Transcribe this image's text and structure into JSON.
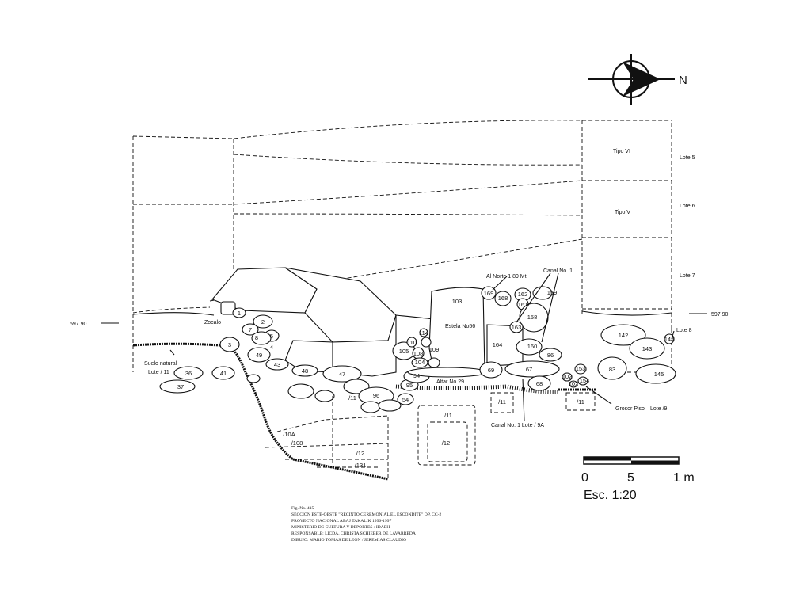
{
  "north_label": "N",
  "coord_left": "597 90",
  "coord_right": "597 90",
  "layers": {
    "tipo_6": "Tipo VI",
    "tipo_5": "Tipo V",
    "lote_5": "Lote 5",
    "lote_6": "Lote 6",
    "lote_7": "Lote 7",
    "lote_8": "Lote 8",
    "lote_9": "Lote /9",
    "lote_11": "Lote / 11"
  },
  "features": {
    "al_norte": "Al Norte 1 89 Mt",
    "canal_top": "Canal No. 1",
    "canal_bottom": "Canal No. 1  Lote / 9A",
    "estela": "Estela No56",
    "altar": "Altar No 29",
    "suelo": "Suelo natural",
    "zocalo": "Zocalo",
    "grosor": "Grosor Piso"
  },
  "stones": [
    {
      "id": "s1",
      "label": "1"
    },
    {
      "id": "s2",
      "label": "2"
    },
    {
      "id": "s3",
      "label": "3"
    },
    {
      "id": "s4",
      "label": "4"
    },
    {
      "id": "s5",
      "label": "5"
    },
    {
      "id": "s7",
      "label": "7"
    },
    {
      "id": "s8",
      "label": "8"
    },
    {
      "id": "s36",
      "label": "36"
    },
    {
      "id": "s37",
      "label": "37"
    },
    {
      "id": "s41",
      "label": "41"
    },
    {
      "id": "s43",
      "label": "43"
    },
    {
      "id": "s47",
      "label": "47"
    },
    {
      "id": "s48",
      "label": "48"
    },
    {
      "id": "s49",
      "label": "49"
    },
    {
      "id": "s54",
      "label": "54"
    },
    {
      "id": "s67",
      "label": "67"
    },
    {
      "id": "s68",
      "label": "68"
    },
    {
      "id": "s69",
      "label": "69"
    },
    {
      "id": "s83",
      "label": "83"
    },
    {
      "id": "s86",
      "label": "86"
    },
    {
      "id": "s94",
      "label": "94"
    },
    {
      "id": "s95",
      "label": "95"
    },
    {
      "id": "s96",
      "label": "96"
    },
    {
      "id": "s102",
      "label": "102"
    },
    {
      "id": "s102b",
      "label": "102"
    },
    {
      "id": "s103",
      "label": "103"
    },
    {
      "id": "s104",
      "label": "104"
    },
    {
      "id": "s105",
      "label": "105"
    },
    {
      "id": "s108",
      "label": "108"
    },
    {
      "id": "s109",
      "label": "109"
    },
    {
      "id": "s110",
      "label": "110"
    },
    {
      "id": "s114",
      "label": "114"
    },
    {
      "id": "s142",
      "label": "142"
    },
    {
      "id": "s143",
      "label": "143"
    },
    {
      "id": "s144",
      "label": "144"
    },
    {
      "id": "s145",
      "label": "145"
    },
    {
      "id": "s153",
      "label": "153"
    },
    {
      "id": "s154",
      "label": "154"
    },
    {
      "id": "s158",
      "label": "158"
    },
    {
      "id": "s159",
      "label": "159"
    },
    {
      "id": "s160",
      "label": "160"
    },
    {
      "id": "s161",
      "label": "161"
    },
    {
      "id": "s162",
      "label": "162"
    },
    {
      "id": "s163",
      "label": "163"
    },
    {
      "id": "s164",
      "label": "164"
    },
    {
      "id": "s168",
      "label": "168"
    },
    {
      "id": "s169",
      "label": "169"
    },
    {
      "id": "s10a",
      "label": "/10A"
    },
    {
      "id": "s108b",
      "label": "/108"
    },
    {
      "id": "s11a",
      "label": "/11"
    },
    {
      "id": "s11b",
      "label": "/11"
    },
    {
      "id": "s11c",
      "label": "/11"
    },
    {
      "id": "s12a",
      "label": "/12"
    },
    {
      "id": "s12b",
      "label": "/12"
    },
    {
      "id": "s131",
      "label": "/131"
    },
    {
      "id": "s111",
      "label": "/11"
    }
  ],
  "scale": {
    "tick_0": "0",
    "tick_5": "5",
    "tick_1m": "1 m",
    "caption": "Esc. 1:20"
  },
  "credits": [
    "Fig. No. 415",
    "SECCION ESTE-OESTE \"RECINTO CEREMONIAL EL ESCONDITE\" OP. CC-2",
    "PROYECTO NACIONAL ABAJ TAKALIK 1996-1997",
    "MINISTERIO DE CULTURA Y DEPORTES / IDAEH",
    "RESPONSABLE: LICDA. CHRISTA SCHIEBER DE LAVARREDA",
    "DIBUJO: MARIO TOMAS DE LEON / JEREMIAS CLAUDIO"
  ],
  "colors": {
    "ink": "#111111",
    "paper": "#ffffff"
  }
}
